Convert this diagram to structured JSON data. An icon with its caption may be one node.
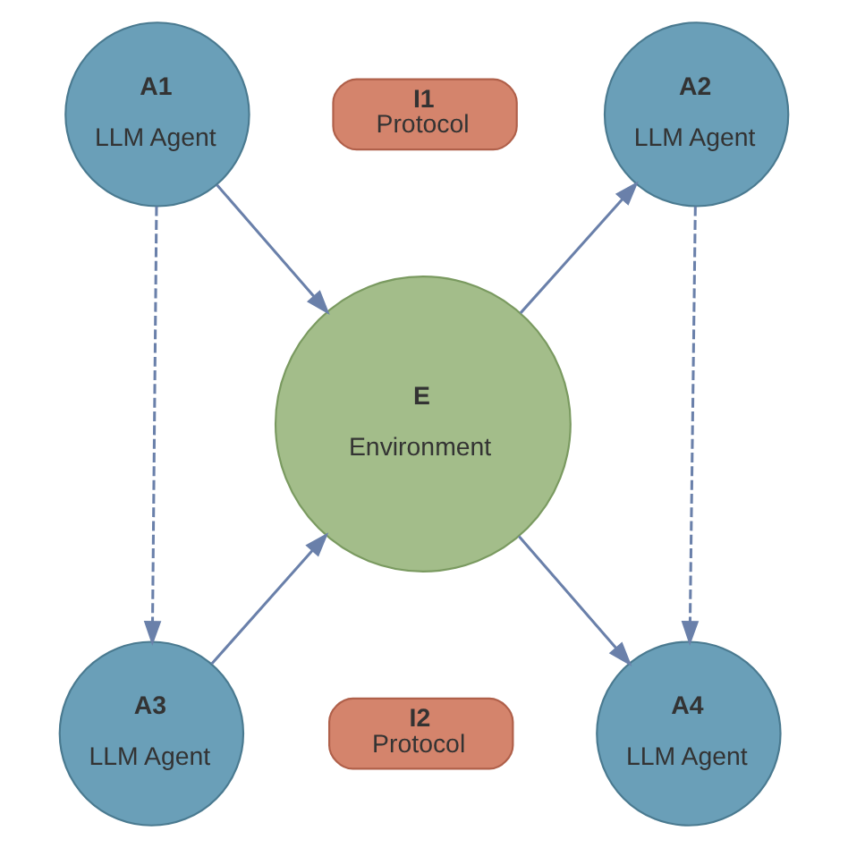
{
  "diagram": {
    "nodes": [
      {
        "text": [
          "A1",
          "LLM Agent"
        ]
      },
      {
        "text": [
          "I1",
          "Protocol"
        ]
      },
      {
        "text": [
          "A2",
          "LLM Agent"
        ]
      },
      {
        "text": [
          "E",
          "Environment"
        ]
      },
      {
        "text": [
          "A3",
          "LLM Agent"
        ]
      },
      {
        "text": [
          "I2",
          "Protocol"
        ]
      },
      {
        "text": [
          "A4",
          "LLM Agent"
        ]
      }
    ],
    "edges": [
      {
        "from": 0,
        "to": 3,
        "arrow": "to"
      },
      {
        "from": 3,
        "to": 2,
        "arrow": "to"
      },
      {
        "from": 0,
        "to": 4,
        "arrow": "to",
        "style": "dashed"
      },
      {
        "from": 2,
        "to": 6,
        "arrow": "to",
        "style": "dashed"
      },
      {
        "from": 4,
        "to": 3,
        "arrow": "to"
      },
      {
        "from": 3,
        "to": 6,
        "arrow": "to"
      }
    ]
  }
}
